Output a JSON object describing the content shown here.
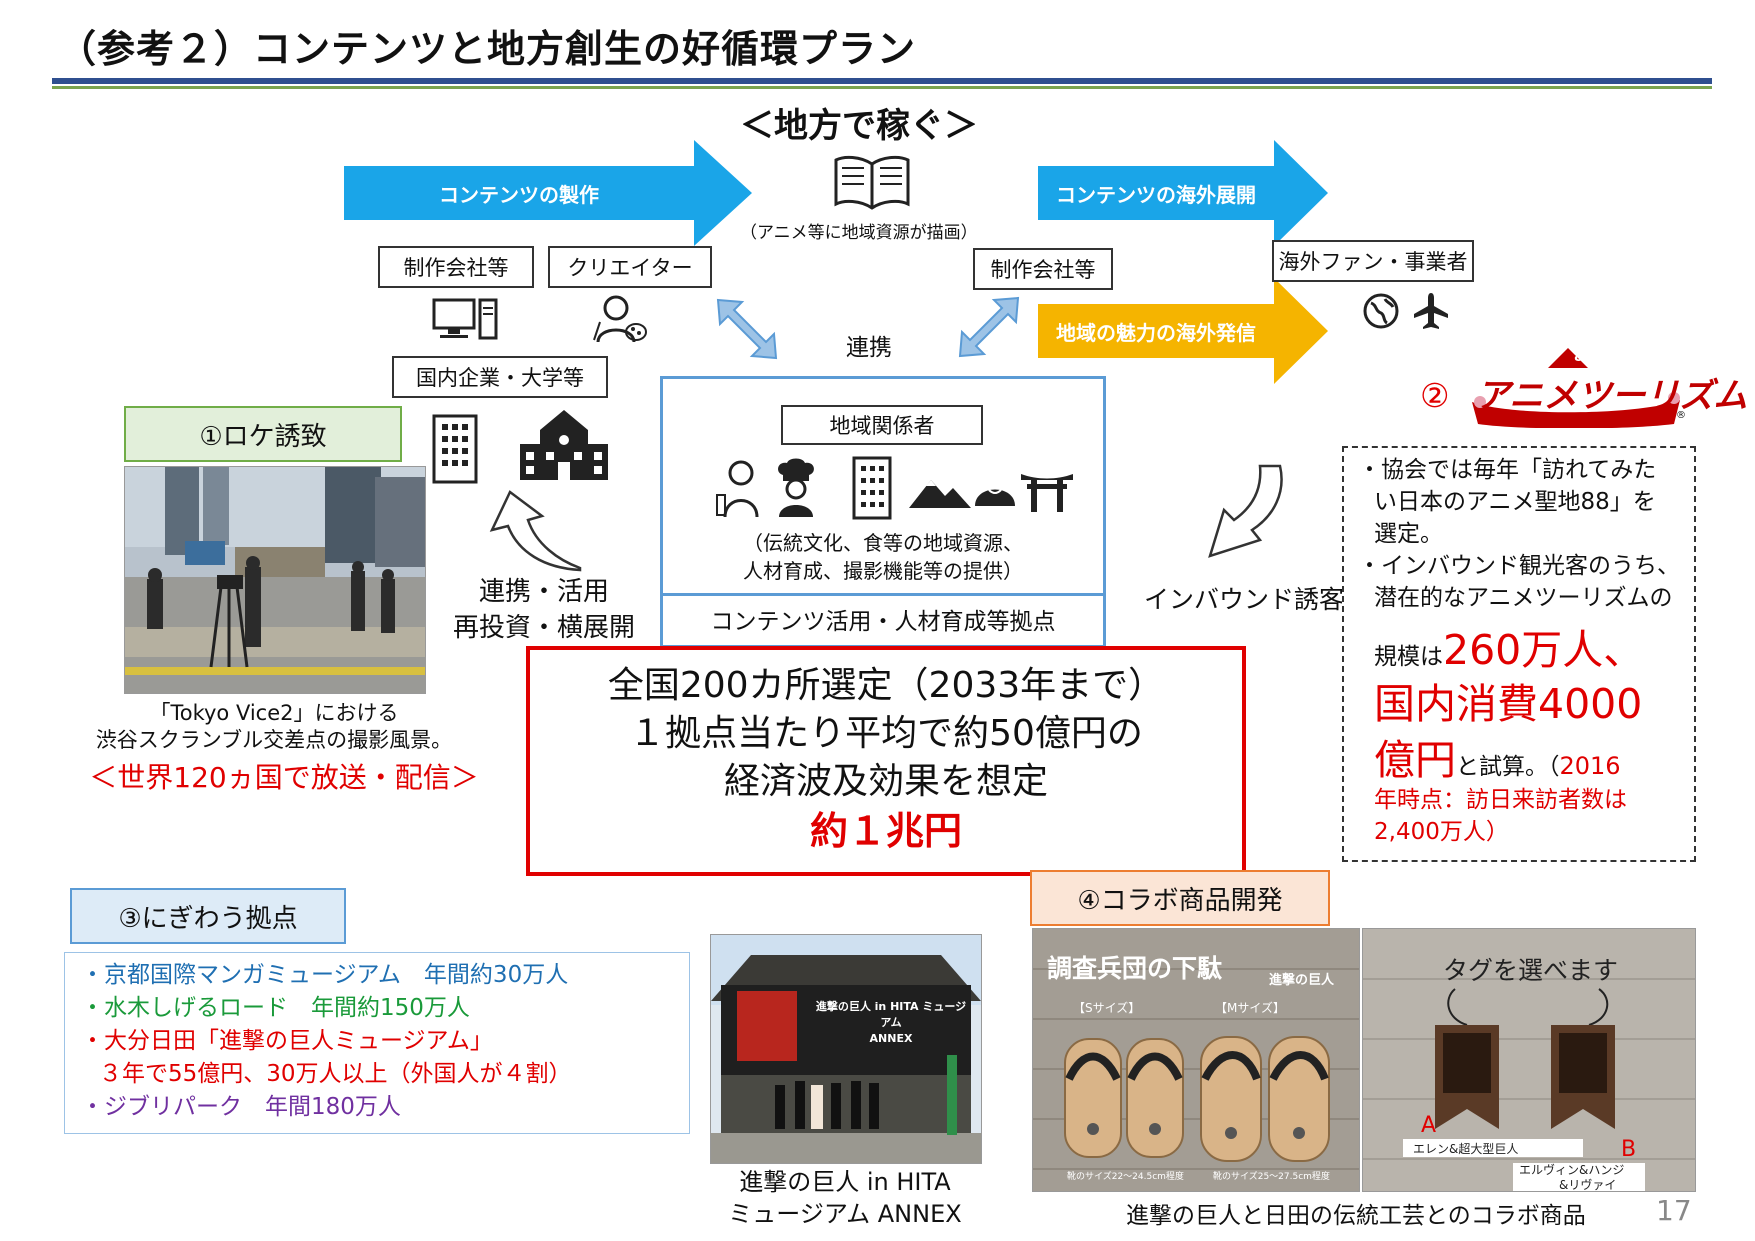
{
  "title": "（参考２）コンテンツと地方創生の好循環プラン",
  "center": {
    "heading": "＜地方で稼ぐ＞",
    "book_note": "（アニメ等に地域資源が描画）",
    "renkei": "連携"
  },
  "arrows": {
    "production": "コンテンツの製作",
    "overseas_expansion": "コンテンツの海外展開",
    "regional_appeal": "地域の魅力の海外発信"
  },
  "boxes": {
    "production_company_left": "制作会社等",
    "creator": "クリエイター",
    "production_company_right": "制作会社等",
    "overseas_fans": "海外ファン・事業者",
    "domestic_companies": "国内企業・大学等",
    "local_stakeholders": "地域関係者"
  },
  "hub": {
    "resources_line1": "（伝統文化、食等の地域資源、",
    "resources_line2": "人材育成、撮影機能等の提供）",
    "footer": "コンテンツ活用・人材育成等拠点"
  },
  "left_flow": {
    "line1": "連携・活用",
    "line2": "再投資・横展開"
  },
  "inbound_label": "インバウンド誘客",
  "sections": {
    "location": "①ロケ誘致",
    "anime_tourism_number": "②",
    "bustling_hubs": "③にぎわう拠点",
    "collab_products": "④コラボ商品開発"
  },
  "anime_tourism_logo": {
    "text": "アニメツーリズム",
    "badge": "88",
    "mark": "®"
  },
  "location_caption": {
    "line1": "「Tokyo Vice2」における",
    "line2": "渋谷スクランブル交差点の撮影風景。",
    "broadcast": "＜世界120ヵ国で放送・配信＞"
  },
  "main_box": {
    "line1": "全国200カ所選定（2033年まで）",
    "line2": "１拠点当たり平均で約50億円の",
    "line3": "経済波及効果を想定",
    "total": "約１兆円"
  },
  "anime_tourism_note": {
    "b1_l1": "・協会では毎年「訪れてみた",
    "b1_l2": "い日本のアニメ聖地88」を",
    "b1_l3": "選定。",
    "b2_l1": "・インバウンド観光客のうち、",
    "b2_l2": "潜在的なアニメツーリズムの",
    "b2_l3_prefix": "規模は",
    "b2_l3_big": "260万人、",
    "b2_l4_big": "国内消費4000",
    "b2_l5_big": "億円",
    "b2_l5_suffix": "と試算。（",
    "b2_l5_small": "2016",
    "b2_l6": "年時点：訪日来訪者数は",
    "b2_l7": "2,400万人）"
  },
  "hubs_list": {
    "item1": "・京都国際マンガミュージアム　年間約30万人",
    "item2": "・水木しげるロード　年間約150万人",
    "item3_l1": "・大分日田「進撃の巨人ミュージアム」",
    "item3_l2": "３年で55億円、30万人以上（外国人が４割）",
    "item4": "・ジブリパーク　年間180万人"
  },
  "museum_photo": {
    "banner_line1": "進撃の巨人 in HITA ミュージアム",
    "banner_line2": "ANNEX",
    "caption_line1": "進撃の巨人 in HITA",
    "caption_line2": "ミュージアム ANNEX"
  },
  "geta_photo": {
    "heading": "調査兵団の下駄",
    "logo": "進撃の巨人",
    "size_s": "【Sサイズ】",
    "size_m": "【Mサイズ】",
    "note_s": "靴のサイズ22～24.5cm程度",
    "note_m": "靴のサイズ25～27.5cm程度"
  },
  "tag_photo": {
    "heading": "タグを選べます",
    "label_a": "A",
    "label_b": "B",
    "tag_a": "エレン&超大型巨人",
    "tag_b_l1": "エルヴィン&ハンジ",
    "tag_b_l2": "&リヴァイ"
  },
  "collab_caption": "進撃の巨人と日田の伝統工芸とのコラボ商品",
  "page_number": "17",
  "colors": {
    "arrow_blue": "#1aa5e8",
    "arrow_orange": "#f5b400",
    "accent_red": "#e00000",
    "hub_border": "#5b9bd5",
    "location_label_bg": "#e2efda",
    "hubs_label_bg": "#ddebf7",
    "collab_label_bg": "#fbe5d6"
  }
}
